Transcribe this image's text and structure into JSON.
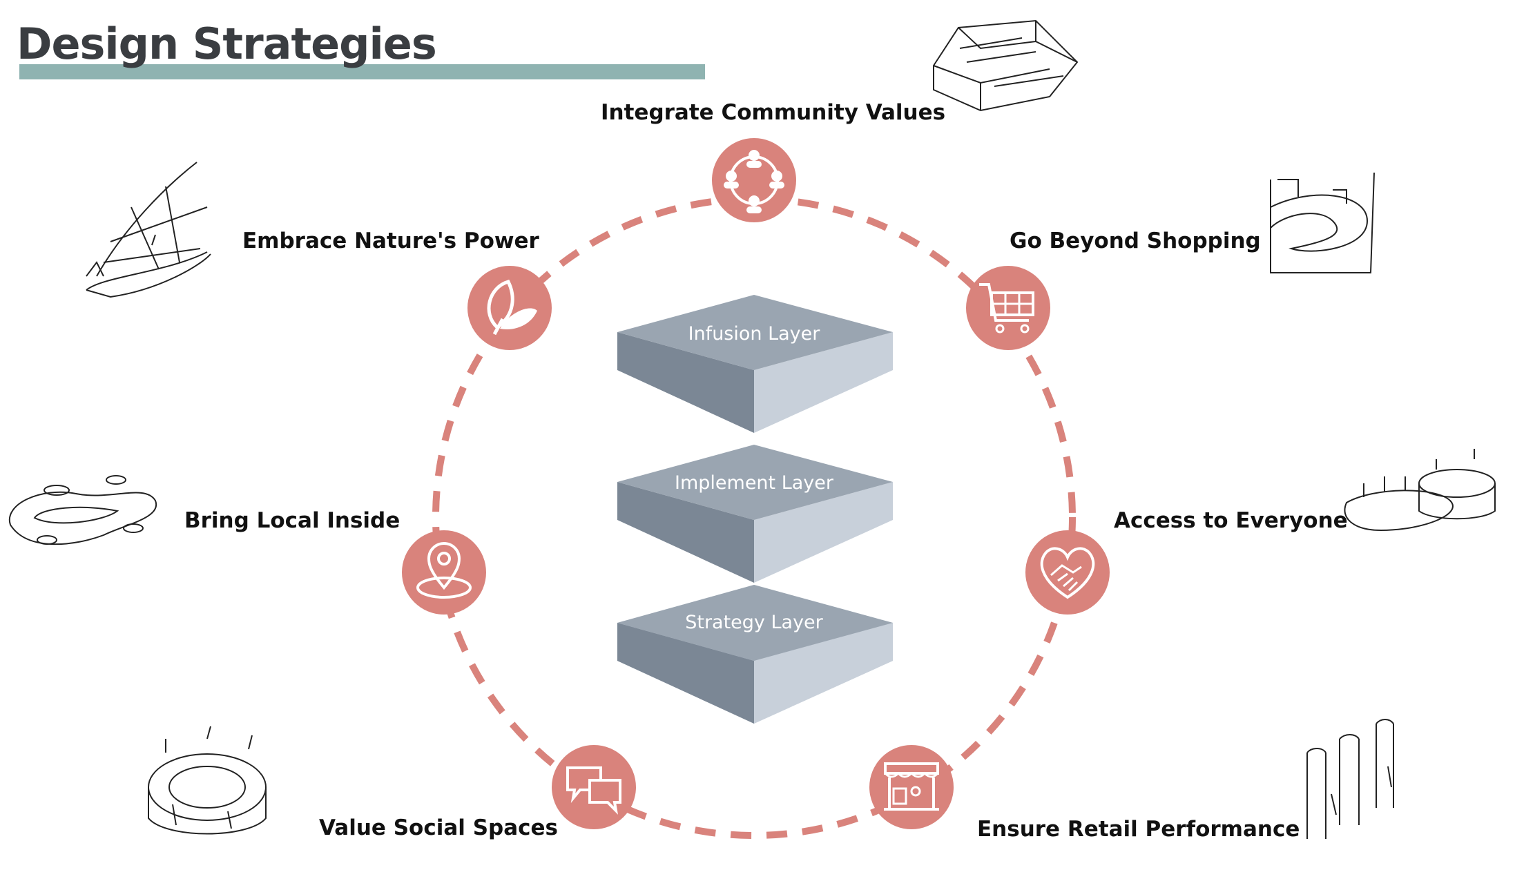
{
  "page": {
    "title": "Design Strategies"
  },
  "strategies": [
    {
      "label": "Integrate Community Values",
      "icon": "community-circle-icon"
    },
    {
      "label": "Go Beyond Shopping",
      "icon": "shopping-cart-icon"
    },
    {
      "label": "Access to Everyone",
      "icon": "handshake-heart-icon"
    },
    {
      "label": "Ensure Retail Performance",
      "icon": "market-stall-icon"
    },
    {
      "label": "Value Social Spaces",
      "icon": "chat-bubbles-icon"
    },
    {
      "label": "Bring Local Inside",
      "icon": "location-pin-icon"
    },
    {
      "label": "Embrace Nature's Power",
      "icon": "leaf-icon"
    }
  ],
  "layers": [
    {
      "label": "Infusion Layer"
    },
    {
      "label": "Implement Layer"
    },
    {
      "label": "Strategy Layer"
    }
  ],
  "colors": {
    "accent": "#d9837c",
    "title_bar": "#8fb3b1",
    "block_top": "#9aa5b1",
    "block_left": "#7b8795",
    "block_right": "#c8d0da"
  }
}
